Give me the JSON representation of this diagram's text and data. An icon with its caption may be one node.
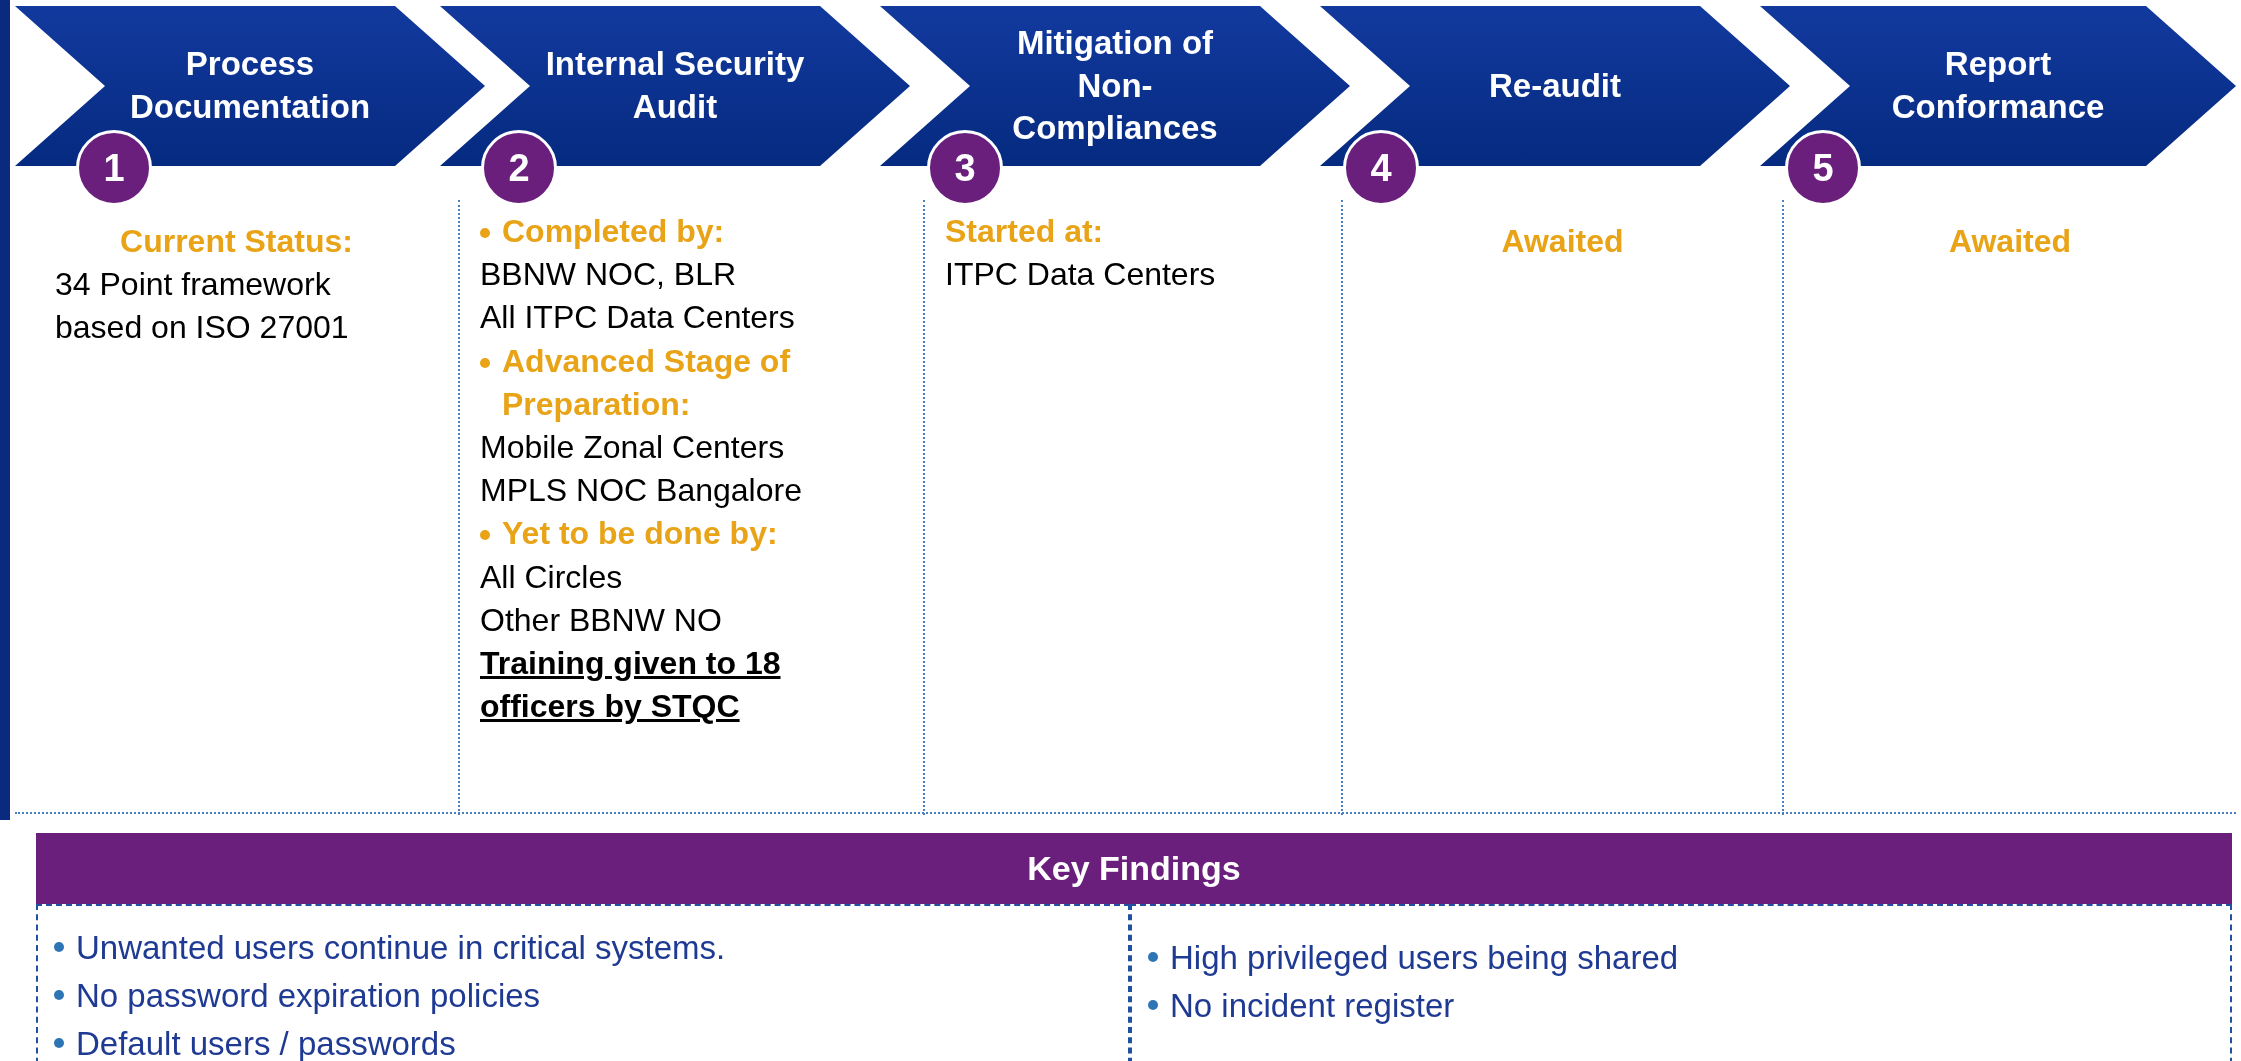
{
  "diagram": {
    "nodes": [
      {
        "text": [
          "Process Documentation"
        ]
      },
      {
        "text": [
          "Internal Security Audit"
        ]
      },
      {
        "text": [
          "Mitigation of Non-Compliances"
        ]
      },
      {
        "text": [
          "Re-audit"
        ]
      },
      {
        "text": [
          "Report Conformance"
        ]
      },
      {
        "text": [
          "1"
        ]
      },
      {
        "text": [
          "2"
        ]
      },
      {
        "text": [
          "3"
        ]
      },
      {
        "text": [
          "4"
        ]
      },
      {
        "text": [
          "5"
        ]
      },
      {
        "text": [
          "Current Status:",
          "34 Point framework based on ISO 27001"
        ]
      },
      {
        "text": [
          "Completed by:",
          "BBNW NOC, BLR",
          "All ITPC Data Centers",
          "Advanced Stage of Preparation:",
          "Mobile Zonal Centers",
          "MPLS NOC Bangalore",
          "Yet to be done by:",
          "All Circles",
          "Other BBNW NO",
          "Training given to 18 officers by STQC"
        ]
      },
      {
        "text": [
          "Started at:",
          "ITPC Data Centers"
        ]
      },
      {
        "text": [
          "Awaited"
        ]
      },
      {
        "text": [
          "Awaited"
        ]
      },
      {
        "text": [
          "Key Findings"
        ]
      },
      {
        "text": [
          "Unwanted users continue in critical systems.",
          "No password expiration policies",
          "Default users / passwords"
        ]
      },
      {
        "text": [
          "High privileged users being shared",
          "No incident register"
        ]
      }
    ]
  }
}
